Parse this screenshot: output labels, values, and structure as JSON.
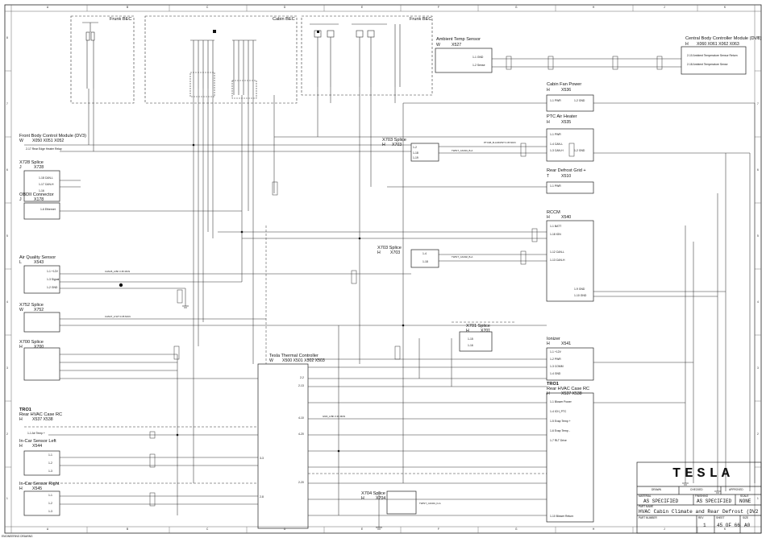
{
  "grid": {
    "cols": [
      "A",
      "B",
      "C",
      "D",
      "E",
      "F",
      "G",
      "H",
      "J",
      "K"
    ],
    "rows": [
      "8",
      "7",
      "6",
      "5",
      "4",
      "3",
      "2",
      "1"
    ]
  },
  "footer_note": "ENGINEERING DRAWING",
  "bec_boxes": {
    "frunk_left": "Frunk BEC",
    "cabin": "Cabin BEC",
    "frunk_right": "Frunk BEC"
  },
  "components": {
    "ambient": {
      "title": "Ambient Temp Sensor",
      "loc": "W",
      "conn": "X527",
      "pins": [
        "1-1 GND",
        "1-2 Sense"
      ]
    },
    "cbcm": {
      "title": "Central Body Controller Module (DV3)",
      "loc": "H",
      "conn": "X060 X061 X062 X063",
      "pins": [
        "2-10 Ambient Temperature Sensor Return",
        "2-18 Ambient Temperature Sense"
      ]
    },
    "cabin_fan": {
      "title": "Cabin Fan Power",
      "loc": "H",
      "conn": "X536",
      "pins": [
        "1-1 PWR",
        "1-2 GND"
      ]
    },
    "ptc": {
      "title": "PTC Air Heater",
      "loc": "H",
      "conn": "X535",
      "pins": [
        "1-1 PWR",
        "1-4 CAN-L",
        "1-3 CAN-H",
        "1-2 GND"
      ]
    },
    "defrost": {
      "title": "Rear Defrost Grid +",
      "loc": "T",
      "conn": "X510",
      "pins": [
        "1-1 PWR"
      ]
    },
    "rccm": {
      "title": "RCCM",
      "loc": "H",
      "conn": "X540",
      "pins": [
        "1-1 BATT",
        "1-18 IGN",
        "1-12 CAN-L",
        "1-13 CAN-H",
        "1-9 GND",
        "1-10 GND"
      ]
    },
    "fbcm": {
      "title": "Front Body Control Module (DV3)",
      "loc": "W",
      "conn": "X050 X051 X052",
      "pins": [
        "2-17 Rear Edge Heater Relay"
      ]
    },
    "x728": {
      "title": "X728 Splice",
      "loc": "J",
      "conn": "X728",
      "pins": [
        "1-18 CAN-L",
        "1-17 CAN-H",
        "1-16"
      ]
    },
    "obd": {
      "title": "OBDII Connector",
      "loc": "J",
      "conn": "X178",
      "pins": [
        "1-6 Ethernet"
      ]
    },
    "aq": {
      "title": "Air Quality Sensor",
      "loc": "L",
      "conn": "X543",
      "pins": [
        "1-1 +12V",
        "1-3 Signal",
        "1-2 GND"
      ]
    },
    "x752": {
      "title": "X752 Splice",
      "loc": "W",
      "conn": "X752",
      "pins": []
    },
    "x700": {
      "title": "X700 Splice",
      "loc": "H",
      "conn": "X700",
      "pins": []
    },
    "x703a": {
      "title": "X703 Splice",
      "loc": "H",
      "conn": "X703",
      "pins": [
        "1-2",
        "1-18",
        "1-19"
      ]
    },
    "x703b": {
      "title": "X703 Splice",
      "loc": "H",
      "conn": "X703",
      "pins": [
        "1-4",
        "1-18"
      ]
    },
    "x701": {
      "title": "X701 Splice",
      "loc": "H",
      "conn": "X701",
      "pins": [
        "1-15",
        "1-16"
      ]
    },
    "ionizer": {
      "title": "Ionizer",
      "loc": "H",
      "conn": "X541",
      "pins": [
        "1-1 +12V",
        "1-2 PWR",
        "1-3 COMM",
        "1-4 GND"
      ]
    },
    "tmr_rc": {
      "title": "Rear HVAC Case RC",
      "tag": "TRO1",
      "loc": "H",
      "conn": "X537 X538",
      "pins": [
        "1-1 Blower Power",
        "1-4 ICH_PTC",
        "1-5 Evap Temp +",
        "1-6 Evap Temp -",
        "1-7 RLT Drive",
        "1-10 Blower Return"
      ]
    },
    "tmr_lc": {
      "title": "Rear HVAC Case RC",
      "tag": "TRO1",
      "loc": "H",
      "conn": "X537 X538",
      "pins": [
        "1-1 Air Temp +"
      ]
    },
    "tc": {
      "title": "Tesla Thermal Controller",
      "loc": "W",
      "conn": "X500 X501 X502 X503",
      "pins": [
        "2-2",
        "2-13",
        "4-10",
        "4-20",
        "2-20",
        "3-3",
        "2-8"
      ]
    },
    "incar_l": {
      "title": "In-Car Sensor Left",
      "loc": "H",
      "conn": "X544",
      "pins": [
        "1-1",
        "1-2",
        "1-3"
      ]
    },
    "incar_r": {
      "title": "In-Car Sensor Right",
      "loc": "H",
      "conn": "X545",
      "pins": [
        "1-1",
        "1-2",
        "1-3"
      ]
    },
    "x704": {
      "title": "X704 Splice",
      "loc": "H",
      "conn": "X704",
      "pins": []
    }
  },
  "wire_labels": [
    "PTC1B_B-A  RD/WT  0.35  MCN",
    "TWIST_CAN01_B-A",
    "TWIST_CAN02_B-A",
    "TWIST_CAN01_D-A",
    "CAN45_A  BK  0.35  MCN",
    "CAN47_A  WT  0.35  MCN",
    "GND_A  BK  0.35  MCN"
  ],
  "title_block": {
    "logo": "TESLA",
    "headers": {
      "drawn": "DRAWN",
      "checked": "CHECKED",
      "approved": "APPROVED"
    },
    "material_label": "MATERIAL",
    "material": "AS SPECIFIED",
    "finishing_label": "FINISHING",
    "finishing": "AS SPECIFIED",
    "scale_label": "SCALE",
    "scale": "NONE",
    "part_name_label": "PART NAME",
    "part_name": "HVAC Cabin Climate and Rear Defrost (DV2",
    "part_number_label": "PART NUMBER",
    "rev_label": "REV",
    "rev": "1",
    "sheet_label": "SHEET",
    "sheet": "45 OF 66",
    "size_label": "SIZE",
    "size": "A0"
  }
}
